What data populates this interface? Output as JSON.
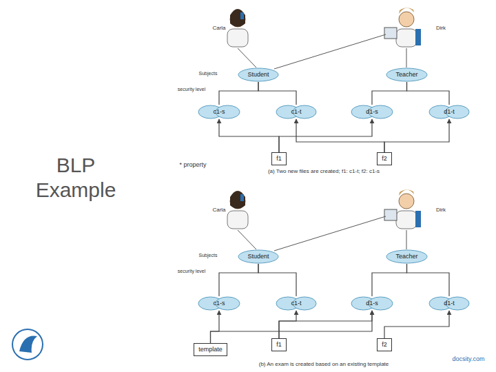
{
  "diagram": {
    "title": "BLP Example",
    "nodes": [
      {
        "text": [
          "Student"
        ]
      },
      {
        "text": [
          "Teacher"
        ]
      },
      {
        "text": [
          "c1-s"
        ]
      },
      {
        "text": [
          "c1-t"
        ]
      },
      {
        "text": [
          "d1-s"
        ]
      },
      {
        "text": [
          "d1-t"
        ]
      },
      {
        "text": [
          "f1"
        ]
      },
      {
        "text": [
          "f2"
        ]
      },
      {
        "text": [
          "Student"
        ]
      },
      {
        "text": [
          "Teacher"
        ]
      },
      {
        "text": [
          "c1-s"
        ]
      },
      {
        "text": [
          "c1-t"
        ]
      },
      {
        "text": [
          "d1-s"
        ]
      },
      {
        "text": [
          "d1-t"
        ]
      },
      {
        "text": [
          "f1"
        ]
      },
      {
        "text": [
          "f2"
        ]
      },
      {
        "text": [
          "template"
        ]
      }
    ],
    "edges": [
      {
        "from": 0,
        "to": 2,
        "arrow": "none"
      },
      {
        "from": 0,
        "to": 3,
        "arrow": "none"
      },
      {
        "from": 1,
        "to": 4,
        "arrow": "none"
      },
      {
        "from": 1,
        "to": 5,
        "arrow": "none"
      },
      {
        "from": 6,
        "to": 2,
        "arrow": "to"
      },
      {
        "from": 6,
        "to": 4,
        "arrow": "to"
      },
      {
        "from": 7,
        "to": 3,
        "arrow": "to"
      },
      {
        "from": 7,
        "to": 5,
        "arrow": "to"
      },
      {
        "from": 8,
        "to": 10,
        "arrow": "none"
      },
      {
        "from": 8,
        "to": 11,
        "arrow": "none"
      },
      {
        "from": 9,
        "to": 12,
        "arrow": "none"
      },
      {
        "from": 9,
        "to": 13,
        "arrow": "none"
      },
      {
        "from": 14,
        "to": 11,
        "arrow": "to"
      },
      {
        "from": 14,
        "to": 12,
        "arrow": "to"
      },
      {
        "from": 15,
        "to": 13,
        "arrow": "to"
      },
      {
        "from": 16,
        "to": 10,
        "arrow": "to"
      },
      {
        "from": 16,
        "to": 12,
        "arrow": "to"
      }
    ],
    "labels": [
      "Carla",
      "Dirk",
      "Subjects",
      "security level",
      "* property",
      "(a) Two new files are created; f1: c1-t; f2: c1-s",
      "Carla",
      "Dirk",
      "Subjects",
      "security level",
      "(b) An exam is created based on an existing template",
      "docsity.com"
    ]
  }
}
